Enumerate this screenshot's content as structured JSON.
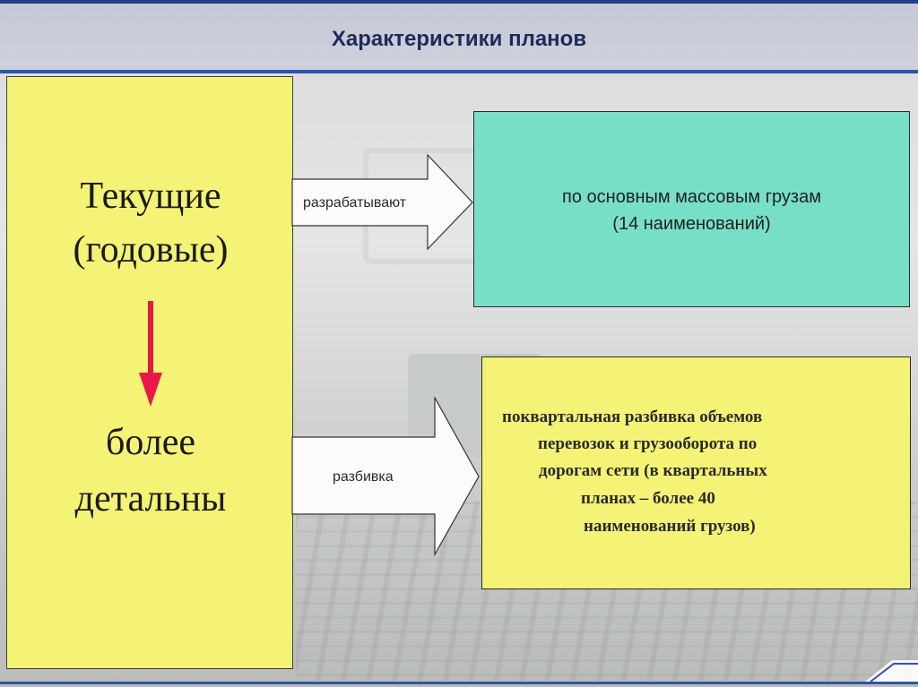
{
  "header": {
    "title": "Характеристики планов"
  },
  "left_panel": {
    "line1": "Текущие",
    "line2": "(годовые)",
    "line3": "более",
    "line4": "детальны"
  },
  "arrows": {
    "top_label": "разрабатывают",
    "bottom_label": "разбивка"
  },
  "teal_box": {
    "line1": "по основным массовым грузам",
    "line2": "(14 наименований)"
  },
  "yellow_box": {
    "lines": [
      "поквартальная разбивка объемов",
      "перевозок и грузооборота по",
      "дорогам сети (в квартальных",
      "планах – более 40",
      "наименований грузов)"
    ]
  },
  "colors": {
    "header_bar": "#1f3e8c",
    "panel_yellow": "#f4f376",
    "box_teal": "#77dfc5",
    "down_arrow": "#e8194a"
  }
}
